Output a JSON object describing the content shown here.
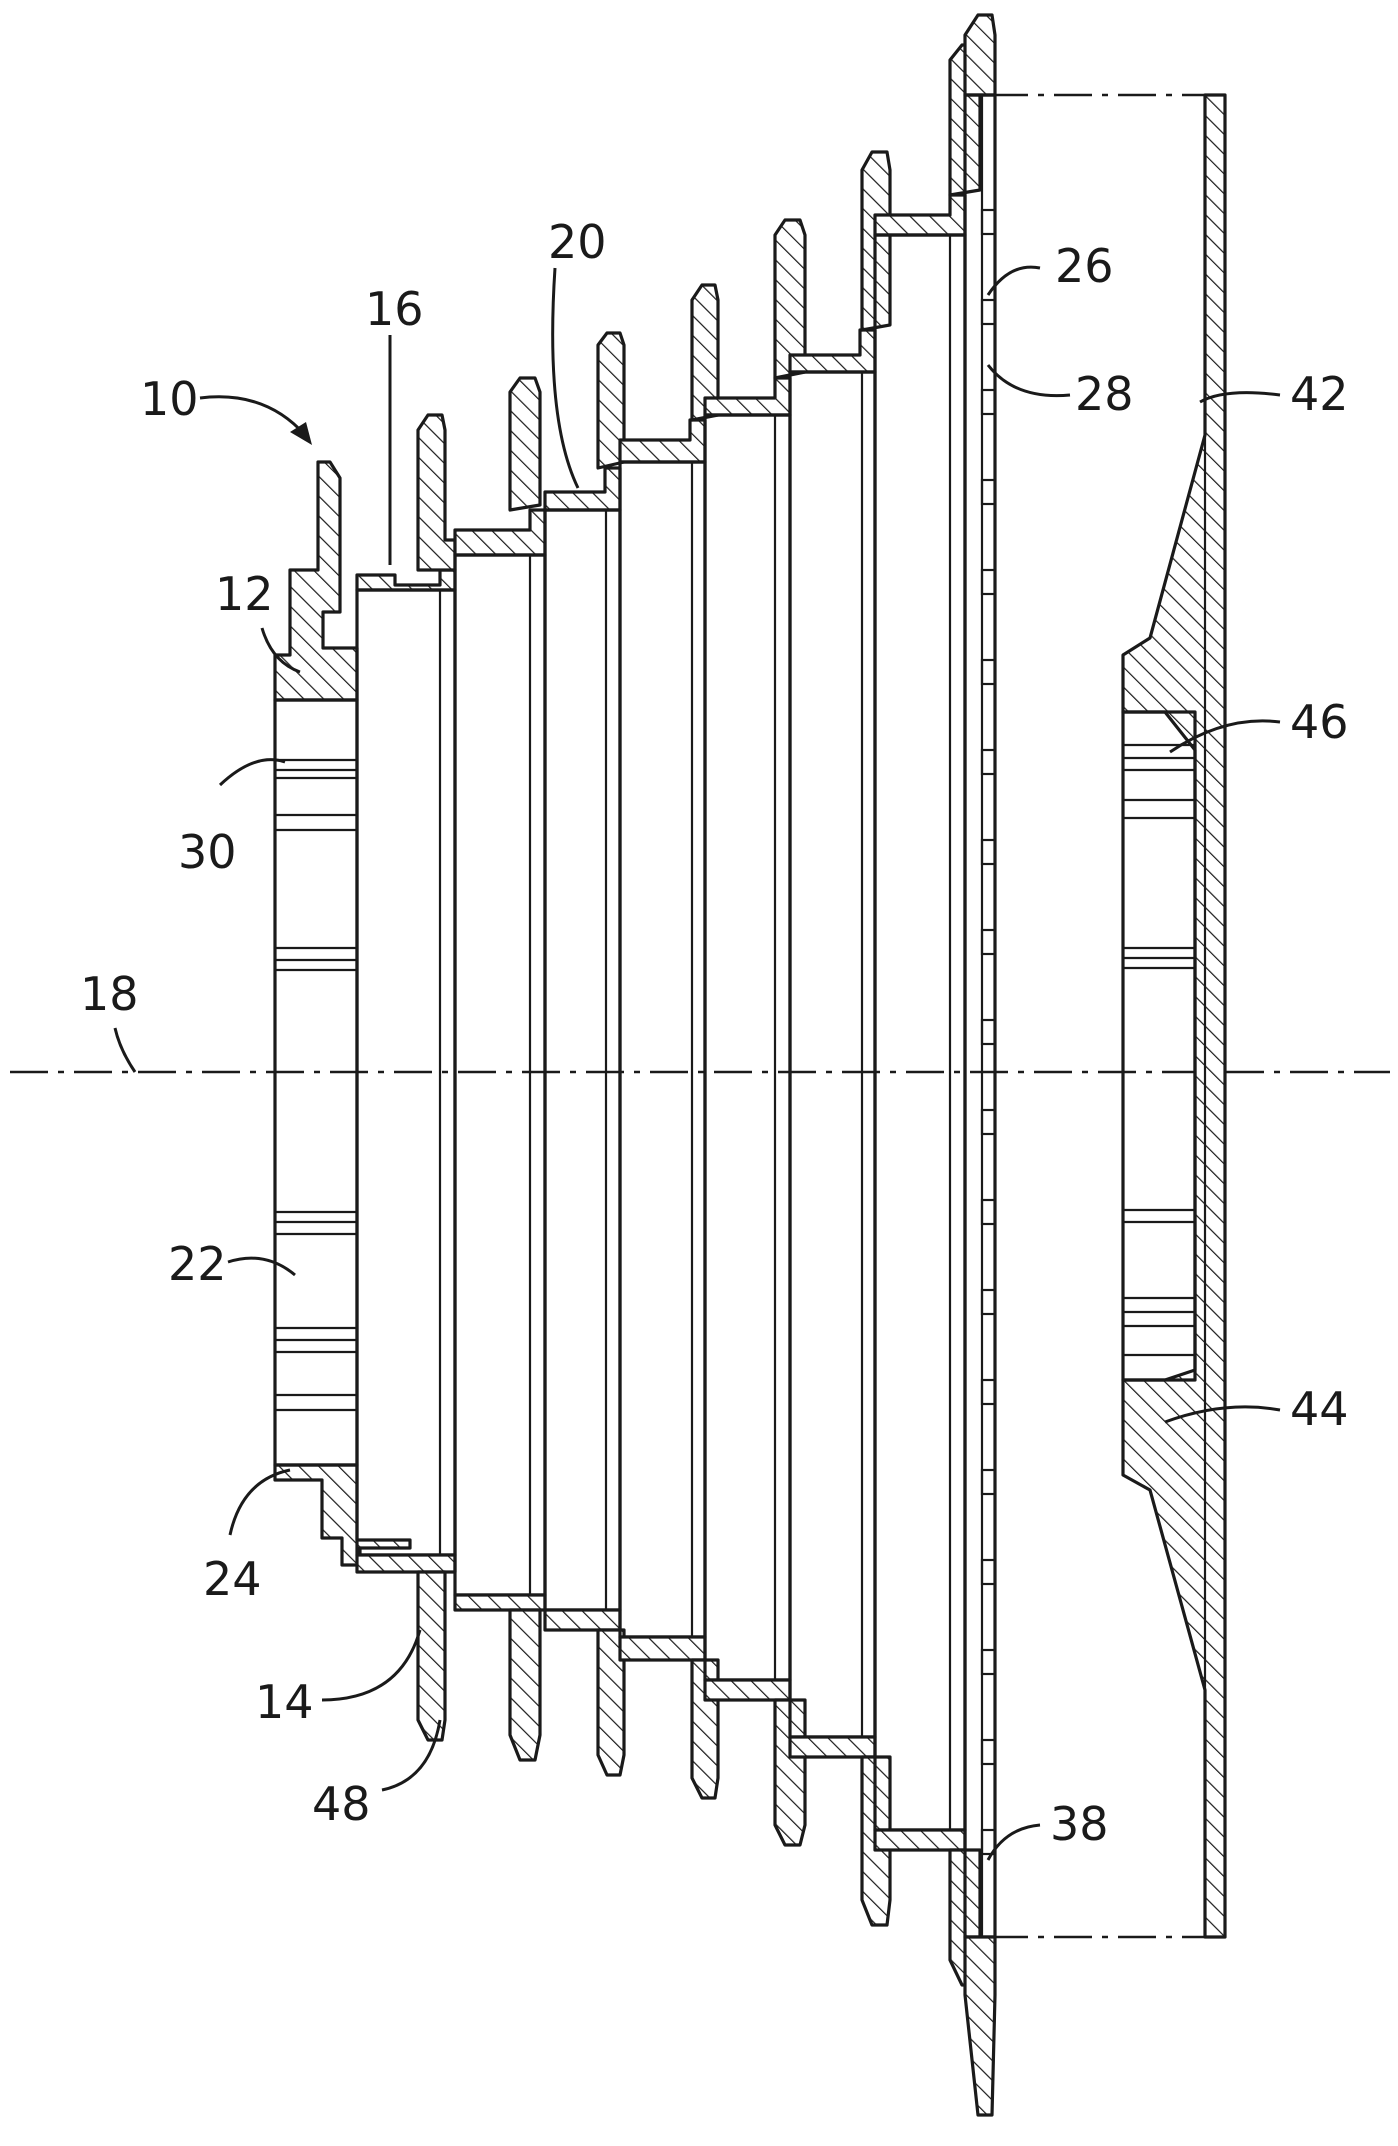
{
  "figure": {
    "labels": {
      "n10": "10",
      "n12": "12",
      "n14": "14",
      "n16": "16",
      "n18": "18",
      "n20": "20",
      "n22": "22",
      "n24": "24",
      "n26": "26",
      "n28": "28",
      "n30": "30",
      "n38": "38",
      "n42": "42",
      "n44": "44",
      "n46": "46",
      "n48": "48"
    }
  }
}
